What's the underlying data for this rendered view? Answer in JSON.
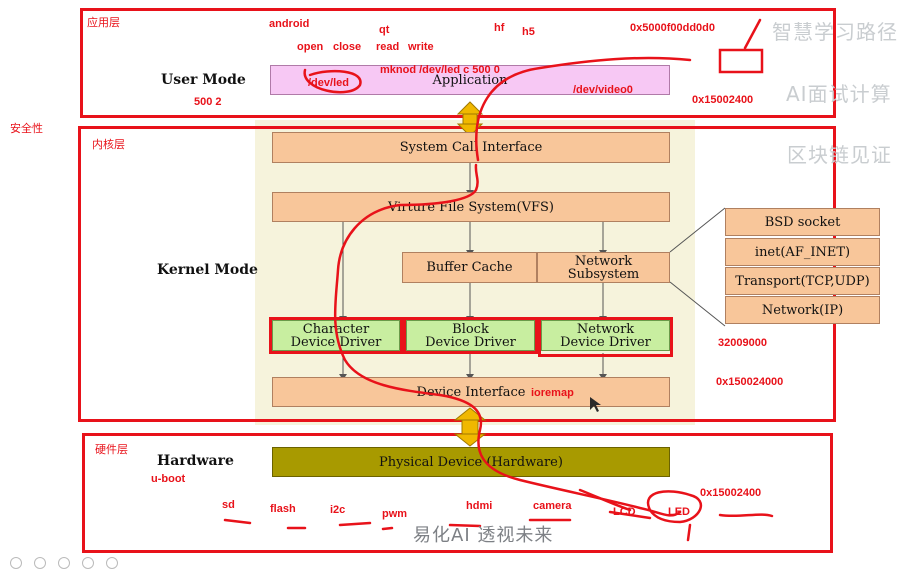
{
  "layers": {
    "app": "应用层",
    "kernel": "内核层",
    "hardware": "硬件层",
    "safety": "安全性"
  },
  "modes": {
    "user": "User Mode",
    "kernel": "Kernel Mode",
    "hardware": "Hardware"
  },
  "blocks": {
    "application": "Application",
    "syscall": "System Call Interface",
    "vfs": "Virture File System(VFS)",
    "buffer_cache": "Buffer Cache",
    "network_subsystem_1": "Network",
    "network_subsystem_2": "Subsystem",
    "char_driver_1": "Character",
    "char_driver_2": "Device Driver",
    "block_driver_1": "Block",
    "block_driver_2": "Device Driver",
    "net_driver_1": "Network",
    "net_driver_2": "Device Driver",
    "device_interface": "Device Interface",
    "physical_device": "Physical Device (Hardware)"
  },
  "bsd_stack": [
    "BSD socket",
    "inet(AF_INET)",
    "Transport(TCP,UDP)",
    "Network(IP)"
  ],
  "annotations": {
    "android": "android",
    "qt": "qt",
    "hf": "hf",
    "h5": "h5",
    "addr_top": "0x5000f00dd0d0",
    "open": "open",
    "close": "close",
    "read": "read",
    "write": "write",
    "mknod": "mknod /dev/led c 500 0",
    "dev_led": "/dev/led",
    "dev_video": "/dev/video0",
    "addr_user": "0x15002400",
    "major_minor": "500  2",
    "num_32009000": "32009000",
    "addr_kernel": "0x150024000",
    "ioremap": "ioremap",
    "uboot": "u-boot",
    "sd": "sd",
    "flash": "flash",
    "i2c": "i2c",
    "pwm": "pwm",
    "hdmi": "hdmi",
    "camera": "camera",
    "lcd": "LCD",
    "led": "LED",
    "addr_hw": "0x15002400"
  },
  "watermarks": {
    "w1": "智慧学习路径",
    "w2": "AI面试计算",
    "w3": "区块链见证",
    "bottom": "易化AI  透视未来"
  },
  "colors": {
    "annotation_red": "#e8121a",
    "layer_orange": "#f8c69a",
    "driver_green": "#c8eea0",
    "hardware_olive": "#a89a00",
    "app_pink": "#f7c8f4"
  }
}
